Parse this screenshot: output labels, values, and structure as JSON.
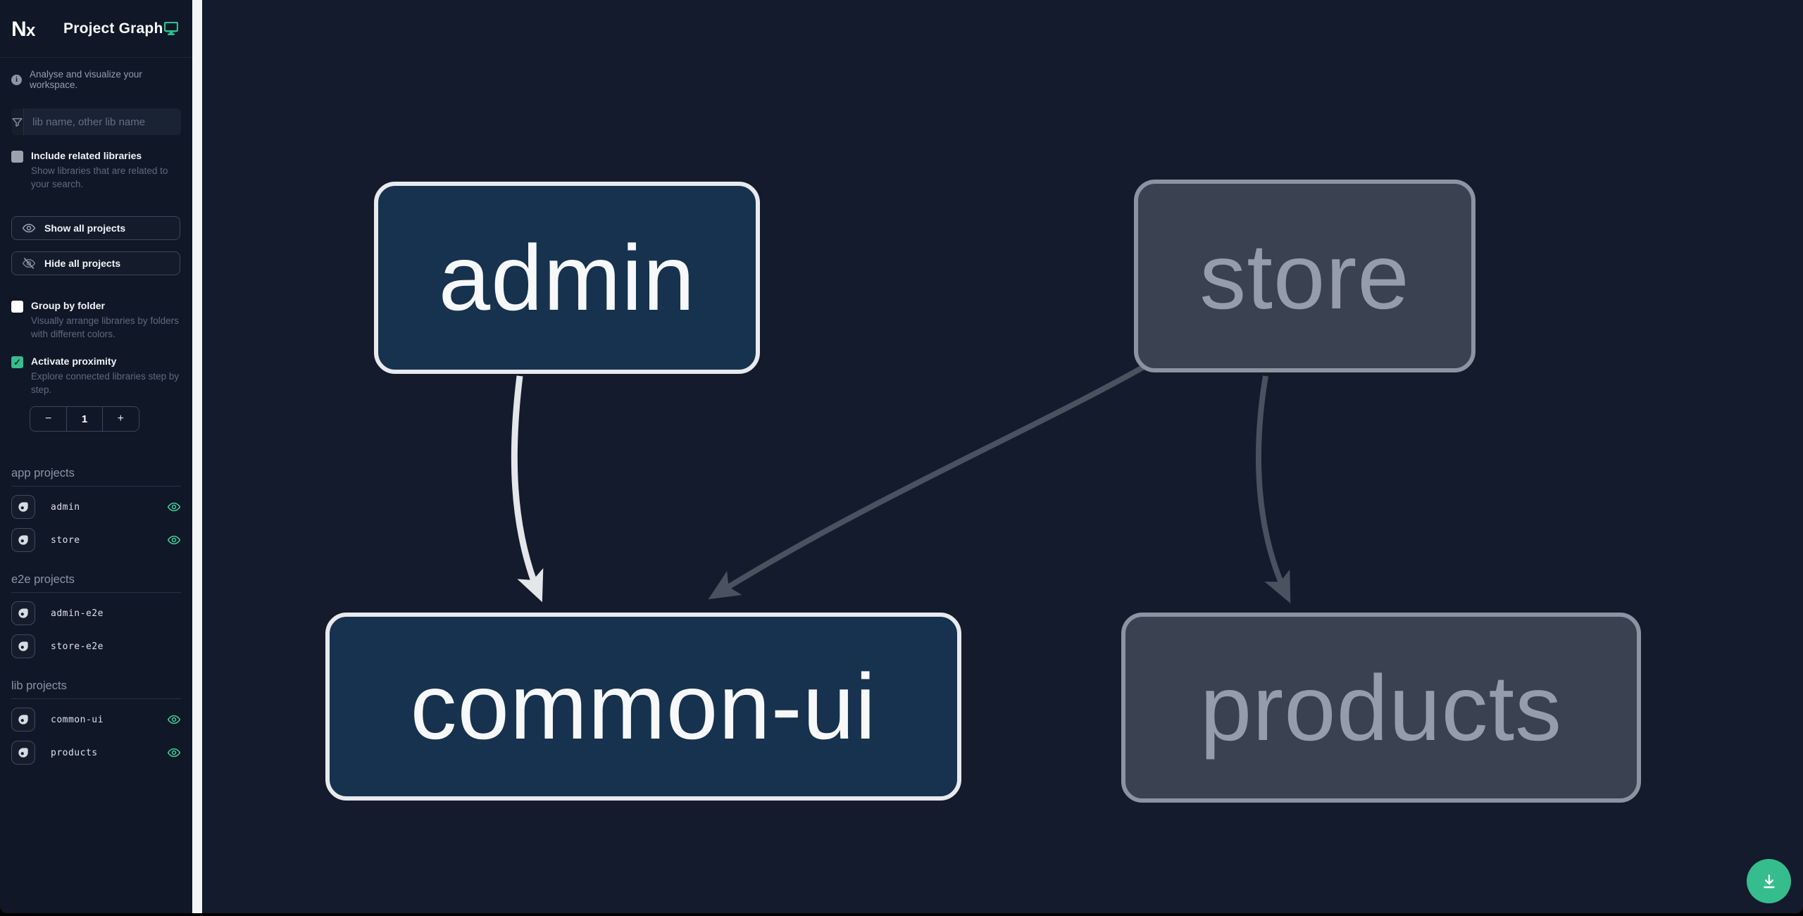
{
  "header": {
    "app_name": "Nx",
    "title": "Project Graph"
  },
  "sidebar": {
    "tagline": "Analyse and visualize your workspace.",
    "search_placeholder": "lib name, other lib name",
    "include_related": {
      "label": "Include related libraries",
      "description": "Show libraries that are related to your search.",
      "checked": false
    },
    "show_all_label": "Show all projects",
    "hide_all_label": "Hide all projects",
    "group_by_folder": {
      "label": "Group by folder",
      "description": "Visually arrange libraries by folders with different colors.",
      "checked": false
    },
    "activate_proximity": {
      "label": "Activate proximity",
      "description": "Explore connected libraries step by step.",
      "checked": true
    },
    "stepper": {
      "decrement": "−",
      "value": "1",
      "increment": "+"
    },
    "sections": [
      {
        "title": "app projects",
        "items": [
          {
            "name": "admin",
            "visible": true
          },
          {
            "name": "store",
            "visible": true
          }
        ]
      },
      {
        "title": "e2e projects",
        "items": [
          {
            "name": "admin-e2e",
            "visible": false
          },
          {
            "name": "store-e2e",
            "visible": false
          }
        ]
      },
      {
        "title": "lib projects",
        "items": [
          {
            "name": "common-ui",
            "visible": true
          },
          {
            "name": "products",
            "visible": true
          }
        ]
      }
    ]
  },
  "graph": {
    "nodes": [
      {
        "id": "admin",
        "label": "admin",
        "state": "focused"
      },
      {
        "id": "store",
        "label": "store",
        "state": "dimmed"
      },
      {
        "id": "common-ui",
        "label": "common-ui",
        "state": "focused"
      },
      {
        "id": "products",
        "label": "products",
        "state": "dimmed"
      }
    ],
    "edges": [
      {
        "from": "admin",
        "to": "common-ui",
        "state": "focused"
      },
      {
        "from": "store",
        "to": "common-ui",
        "state": "dimmed"
      },
      {
        "from": "store",
        "to": "products",
        "state": "dimmed"
      }
    ]
  },
  "colors": {
    "accent": "#35bd8d",
    "node_focused_fill": "#17324e",
    "node_focused_border": "#e8eaee",
    "node_dimmed_fill": "#3a4150",
    "node_dimmed_border": "#8c93a1",
    "edge_focused": "#e4e6e9",
    "edge_dimmed": "#49525f",
    "sidebar_bg": "#101726",
    "canvas_bg": "#131b2c"
  }
}
